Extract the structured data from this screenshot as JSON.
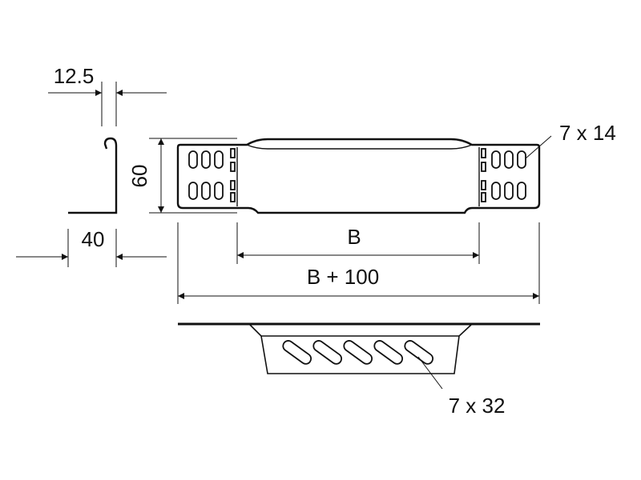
{
  "drawing": {
    "line_color": "#111111",
    "background": "#ffffff",
    "labels": {
      "flange_thickness": "12.5",
      "height": "60",
      "flange_width": "40",
      "inner_width": "B",
      "total_width": "B + 100",
      "slot_top_view": "7 x 14",
      "slot_section": "7 x 32"
    }
  }
}
